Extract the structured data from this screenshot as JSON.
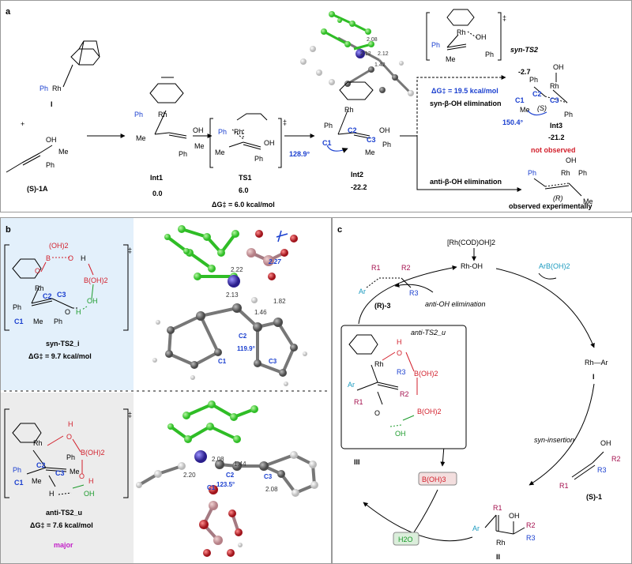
{
  "panels": {
    "a": "a",
    "b": "b",
    "c": "c"
  },
  "panel_a": {
    "reactant_I": "I",
    "reactant_I_atom": "Ph",
    "reactant_Rh": "Rh",
    "plus": "+",
    "substrate_label": "(S)-1A",
    "substrate_OH": "OH",
    "substrate_Ph": "Ph",
    "substrate_Me": "Me",
    "int1_label": "Int1",
    "int1_energy": "0.0",
    "int1_Ph": "Ph",
    "int1_Rh": "Rh",
    "int1_Me": "Me",
    "int1_OH": "OH",
    "int1_Ph2": "Ph",
    "int1_Me2": "Me",
    "ts1_label": "TS1",
    "ts1_energy": "6.0",
    "ts1_barrier": "ΔG‡ = 6.0 kcal/mol",
    "ts1_Ph": "Ph",
    "ts1_Rh": "Rh",
    "ts1_Me": "Me",
    "ts1_OH": "OH",
    "ts1_Ph2": "Ph",
    "ts_dagger": "‡",
    "int2_label": "Int2",
    "int2_energy": "-22.2",
    "int2_angle": "128.9°",
    "int2_Ph": "Ph",
    "int2_Rh": "Rh",
    "int2_C1": "C1",
    "int2_C2": "C2",
    "int2_C3": "C3",
    "int2_OH": "OH",
    "int2_Ph2": "Ph",
    "int2_Me": "Me",
    "int2_dist1": "2.08",
    "int2_dist2": "2.12",
    "int2_dist3": "2.12",
    "int2_dist4": "1.42",
    "syn_ts2_label": "syn-TS2",
    "syn_ts2_energy": "-2.7",
    "syn_ts2_Ph": "Ph",
    "syn_ts2_Rh": "Rh",
    "syn_ts2_OH": "OH",
    "syn_ts2_Ph2": "Ph",
    "syn_ts2_Me": "Me",
    "syn_barrier": "ΔG‡ = 19.5 kcal/mol",
    "syn_elim": "syn-β-OH elimination",
    "int3_label": "Int3",
    "int3_energy": "-21.2",
    "int3_angle": "150.4°",
    "int3_S": "(S)",
    "int3_Ph": "Ph",
    "int3_Rh": "Rh",
    "int3_OH": "OH",
    "int3_C1": "C1",
    "int3_C2": "C2",
    "int3_C3": "C3",
    "int3_Me": "Me",
    "int3_Ph2": "Ph",
    "not_observed": "not observed",
    "anti_elim": "anti-β-OH elimination",
    "allene_Ph": "Ph",
    "allene_Ph2": "Ph",
    "allene_OH": "OH",
    "allene_Rh": "Rh",
    "allene_R": "(R)",
    "allene_Me": "Me",
    "observed": "observed experimentally"
  },
  "panel_b": {
    "syn_label": "syn-TS2_i",
    "syn_barrier": "ΔG‡ = 9.7 kcal/mol",
    "syn_OH2": "(OH)2",
    "syn_B1": "B",
    "syn_BOH2": "B(OH)2",
    "syn_O1": "O",
    "syn_O2": "O",
    "syn_O3": "O",
    "syn_H1": "H",
    "syn_H2": "H",
    "syn_Rh": "Rh",
    "syn_Ph": "Ph",
    "syn_Ph2": "Ph",
    "syn_Me": "Me",
    "syn_C1": "C1",
    "syn_C2": "C2",
    "syn_C3": "C3",
    "syn_OH": "OH",
    "syn_dist1": "2.27",
    "syn_dist2": "2.22",
    "syn_dist3": "2.13",
    "syn_dist4": "1.46",
    "syn_dist5": "1.82",
    "syn_angle": "119.9°",
    "syn_3d_C1": "C1",
    "syn_3d_C2": "C2",
    "syn_3d_C3": "C3",
    "anti_label": "anti-TS2_u",
    "anti_barrier": "ΔG‡ = 7.6 kcal/mol",
    "major": "major",
    "anti_Rh": "Rh",
    "anti_Ph": "Ph",
    "anti_Ph2": "Ph",
    "anti_Me": "Me",
    "anti_Me2": "Me",
    "anti_C1": "C1",
    "anti_C2": "C2",
    "anti_C3": "C3",
    "anti_O1": "O",
    "anti_O2": "O",
    "anti_H1": "H",
    "anti_H2": "H",
    "anti_B1": "B(OH)2",
    "anti_OH": "OH",
    "anti_dist1": "2.08",
    "anti_dist2": "2.20",
    "anti_dist3": "1.44",
    "anti_dist4": "2.08",
    "anti_angle": "123.5°",
    "anti_3d_C1": "C1",
    "anti_3d_C2": "C2",
    "anti_3d_C3": "C3"
  },
  "panel_c": {
    "catalyst": "[Rh(COD)OH]2",
    "rh_oh": "Rh-OH",
    "arboh2": "ArB(OH)2",
    "rh_ar": "Rh—Ar",
    "int_I": "I",
    "syn_insertion": "syn-insertion",
    "substrate": "(S)-1",
    "int_II": "II",
    "int_III": "III",
    "h2o": "H2O",
    "boh3": "B(OH)3",
    "anti_oh_elim": "anti-OH elimination",
    "product": "(R)-3",
    "box_label": "anti-TS2_u",
    "R1": "R1",
    "R2": "R2",
    "R3": "R3",
    "Ar": "Ar",
    "OH": "OH",
    "Rh": "Rh",
    "O": "O",
    "H": "H",
    "B": "B(OH)2",
    "B2": "B(OH)2",
    "II_R1": "R1",
    "II_R2": "R2",
    "II_R3": "R3",
    "II_Ar": "Ar",
    "II_OH": "OH",
    "II_Rh": "Rh",
    "S1_R1": "R1",
    "S1_R2": "R2",
    "S1_R3": "R3",
    "S1_OH": "OH",
    "P_R1": "R1",
    "P_R2": "R2",
    "P_R3": "R3",
    "P_Ar": "Ar"
  },
  "colors": {
    "blue": "#1a3fcf",
    "red": "#d21f2b",
    "green": "#1a9a2a",
    "magenta": "#c21fc7",
    "panel_blue": "#e3f0fb",
    "panel_gray": "#ececec"
  }
}
